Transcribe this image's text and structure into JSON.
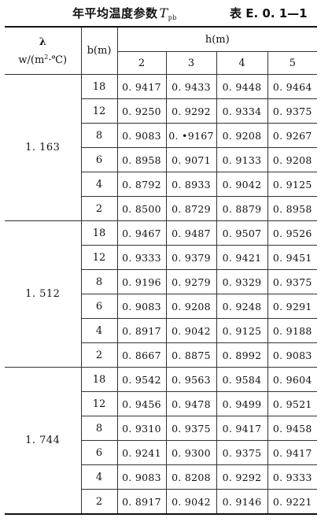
{
  "title": {
    "text": "年平均温度参数",
    "symbol": "T",
    "symbol_sub": "pb",
    "code": "表 E. 0. 1—1"
  },
  "header": {
    "lambda_symbol": "λ",
    "lambda_unit_prefix": "w/(m",
    "lambda_unit_sup": "2",
    "lambda_unit_suffix": "·℃)",
    "b_label": "b(m)",
    "h_label": "h(m)",
    "h_values": [
      "2",
      "3",
      "4",
      "5"
    ]
  },
  "groups": [
    {
      "lambda": "1. 163",
      "rows": [
        {
          "b": "18",
          "values": [
            "0. 9417",
            "0. 9433",
            "0. 9448",
            "0. 9464"
          ]
        },
        {
          "b": "12",
          "values": [
            "0. 9250",
            "0. 9292",
            "0. 9334",
            "0. 9375"
          ]
        },
        {
          "b": "8",
          "values": [
            "0. 9083",
            "0. •9167",
            "0. 9208",
            "0. 9267"
          ]
        },
        {
          "b": "6",
          "values": [
            "0. 8958",
            "0. 9071",
            "0. 9133",
            "0. 9208"
          ]
        },
        {
          "b": "4",
          "values": [
            "0. 8792",
            "0. 8933",
            "0. 9042",
            "0. 9125"
          ]
        },
        {
          "b": "2",
          "values": [
            "0. 8500",
            "0. 8729",
            "0. 8879",
            "0. 8958"
          ]
        }
      ]
    },
    {
      "lambda": "1. 512",
      "rows": [
        {
          "b": "18",
          "values": [
            "0. 9467",
            "0. 9487",
            "0. 9507",
            "0. 9526"
          ]
        },
        {
          "b": "12",
          "values": [
            "0. 9333",
            "0. 9379",
            "0. 9421",
            "0. 9451"
          ]
        },
        {
          "b": "8",
          "values": [
            "0. 9196",
            "0. 9279",
            "0. 9329",
            "0. 9375"
          ]
        },
        {
          "b": "6",
          "values": [
            "0. 9083",
            "0. 9208",
            "0. 9248",
            "0. 9291"
          ]
        },
        {
          "b": "4",
          "values": [
            "0. 8917",
            "0. 9042",
            "0. 9125",
            "0. 9188"
          ]
        },
        {
          "b": "2",
          "values": [
            "0. 8667",
            "0. 8875",
            "0. 8992",
            "0. 9083"
          ]
        }
      ]
    },
    {
      "lambda": "1. 744",
      "rows": [
        {
          "b": "18",
          "values": [
            "0. 9542",
            "0. 9563",
            "0. 9584",
            "0. 9604"
          ]
        },
        {
          "b": "12",
          "values": [
            "0. 9456",
            "0. 9478",
            "0. 9499",
            "0. 9521"
          ]
        },
        {
          "b": "8",
          "values": [
            "0. 9310",
            "0. 9375",
            "0. 9417",
            "0. 9458"
          ]
        },
        {
          "b": "6",
          "values": [
            "0. 9241",
            "0. 9300",
            "0. 9375",
            "0. 9417"
          ]
        },
        {
          "b": "4",
          "values": [
            "0. 9083",
            "0. 8208",
            "0. 9292",
            "0. 9333"
          ]
        },
        {
          "b": "2",
          "values": [
            "0. 8917",
            "0. 9042",
            "0. 9146",
            "0. 9221"
          ]
        }
      ]
    }
  ]
}
